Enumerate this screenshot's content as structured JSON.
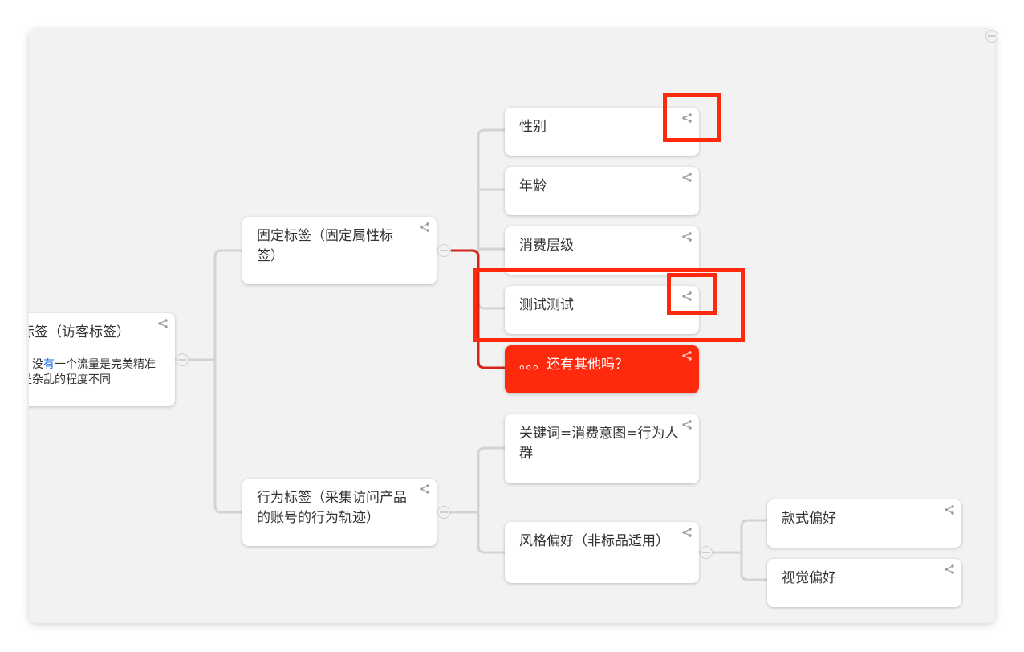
{
  "root": {
    "title": "标签（访客标签）",
    "note_prefix": "：没",
    "note_link": "有",
    "note_rest": "一个流量是完美精准",
    "note_line2": "是杂乱的程度不同"
  },
  "branches": {
    "fixed": "固定标签（固定属性标签）",
    "behavior": "行为标签（采集访问产品的账号的行为轨迹）"
  },
  "fixed_children": [
    "性别",
    "年龄",
    "消费层级",
    "测试测试",
    "。。。还有其他吗？"
  ],
  "behavior_children": [
    "关键词=消费意图=行为人群",
    "风格偏好（非标品适用）"
  ],
  "style_children": [
    "款式偏好",
    "视觉偏好"
  ],
  "icons": {
    "share": "share-icon",
    "collapse": "collapse-toggle-icon"
  },
  "colors": {
    "highlight": "#ff2a0e",
    "link": "#1a73e8",
    "connector": "#d3d3d3",
    "active_connector": "#d0261c"
  }
}
